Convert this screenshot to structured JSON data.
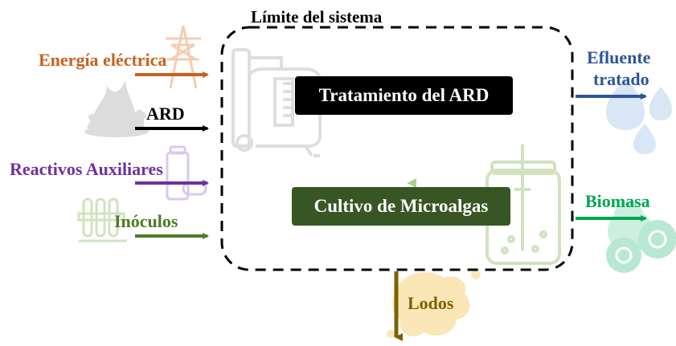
{
  "diagram": {
    "boundary_label": "Límite del sistema",
    "process_top": "Tratamiento del ARD",
    "process_bottom": "Cultivo de Microalgas",
    "inputs": [
      {
        "label": "Energía eléctrica",
        "color": "#c8611f",
        "icon": "power-tower-icon"
      },
      {
        "label": "ARD",
        "color": "#000000",
        "icon": "water-splash-icon"
      },
      {
        "label": "Reactivos Auxiliares",
        "color": "#7030a0",
        "icon": "reagent-bottle-icon"
      },
      {
        "label": "Inóculos",
        "color": "#4f7a28",
        "icon": "test-tubes-icon"
      }
    ],
    "outputs": [
      {
        "label_line1": "Efluente",
        "label_line2": "tratado",
        "color": "#2e5597",
        "icon": "water-drops-icon"
      },
      {
        "label": "Biomasa",
        "color": "#00a651",
        "icon": "algae-cells-icon"
      },
      {
        "label": "Lodos",
        "color": "#7f6000",
        "icon": "sludge-splash-icon"
      }
    ],
    "colors": {
      "process_top_fill": "#000000",
      "process_bottom_fill": "#375623",
      "boundary_stroke": "#000000"
    }
  }
}
